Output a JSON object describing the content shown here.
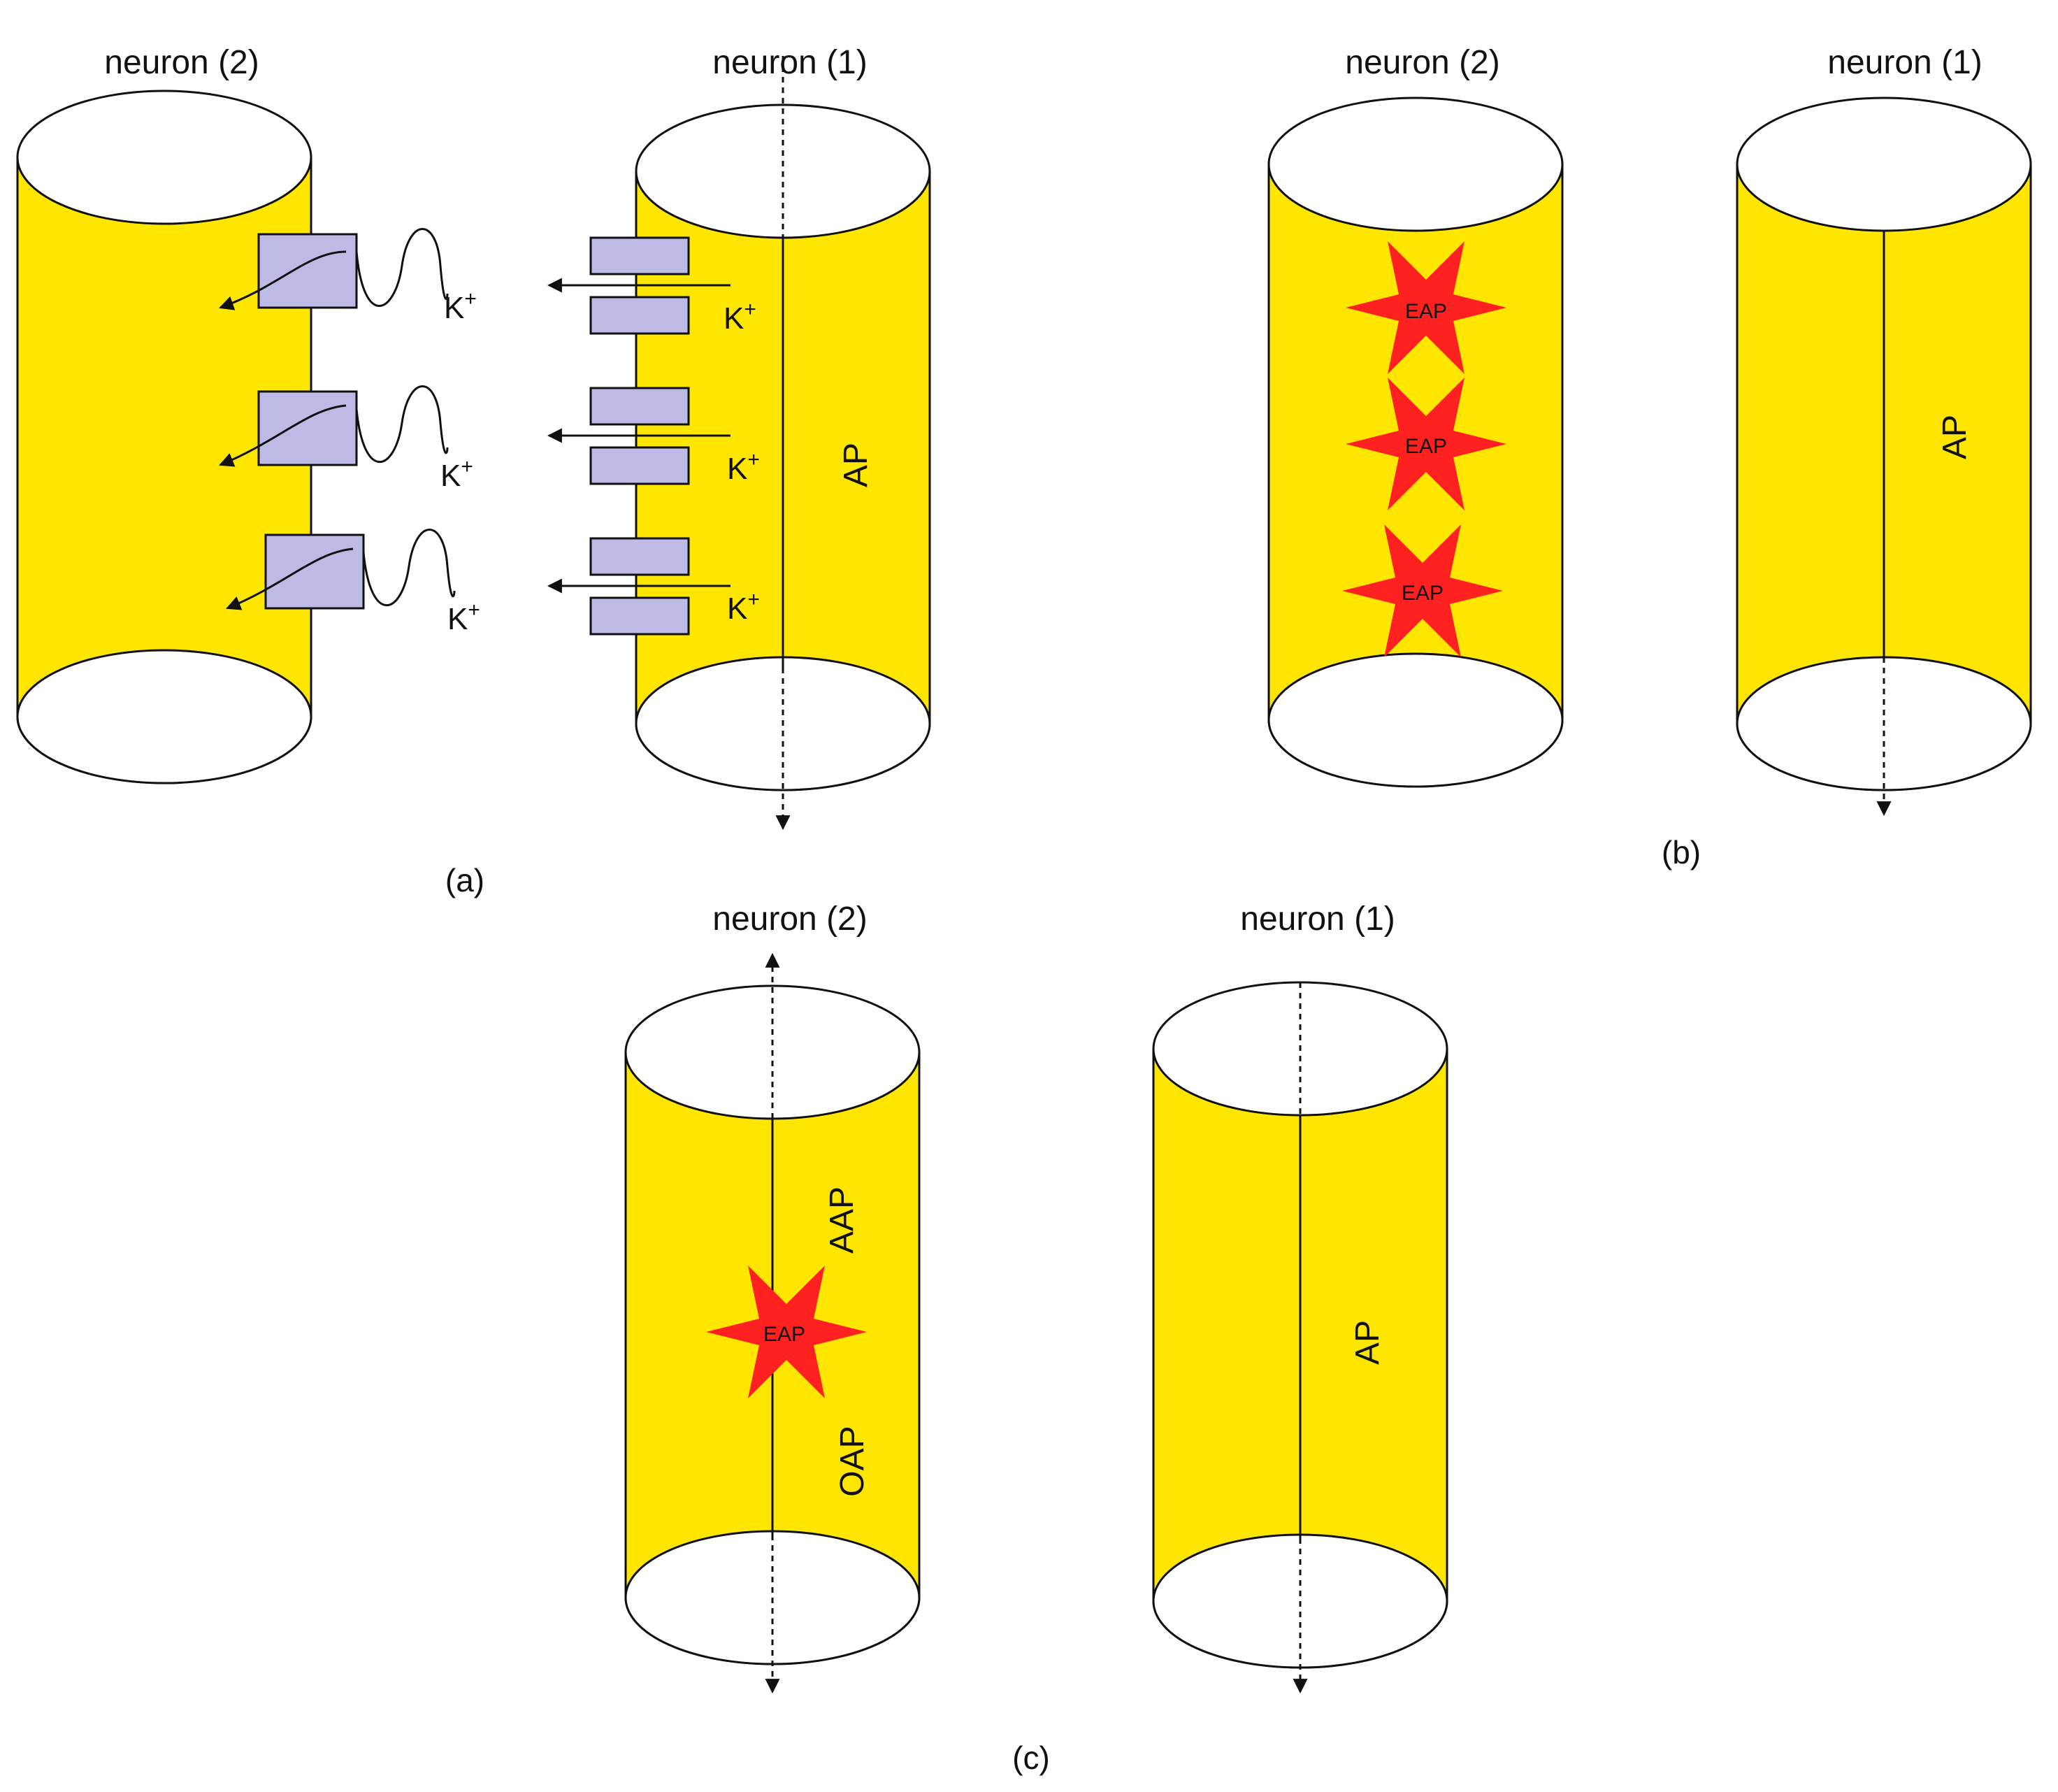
{
  "panels": {
    "a": {
      "label": "(a)",
      "neuron_left": "neuron (2)",
      "neuron_right": "neuron (1)",
      "ap": "AP",
      "ion_left": [
        "K+",
        "K+",
        "K+"
      ],
      "ion_right": [
        "K+",
        "K+",
        "K+"
      ]
    },
    "b": {
      "label": "(b)",
      "neuron_left": "neuron (2)",
      "neuron_right": "neuron (1)",
      "eaps": [
        "EAP",
        "EAP",
        "EAP"
      ],
      "ap": "AP"
    },
    "c": {
      "label": "(c)",
      "neuron_left": "neuron (2)",
      "neuron_right": "neuron (1)",
      "aap": "AAP",
      "eap": "EAP",
      "oap": "OAP",
      "ap": "AP"
    }
  },
  "colors": {
    "membrane": "#FFE600",
    "channel": "#BDBBE6",
    "burst": "#FF2020",
    "stroke": "#111111"
  }
}
